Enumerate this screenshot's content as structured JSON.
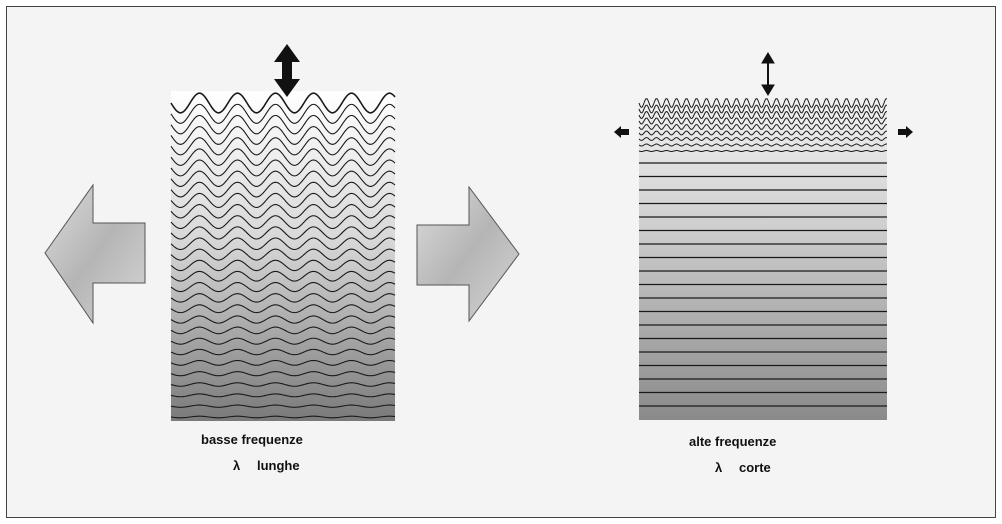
{
  "left_panel": {
    "title": "basse frequenze",
    "symbol": "λ",
    "label": "lunghe"
  },
  "right_panel": {
    "title": "alte frequenze",
    "symbol": "λ",
    "label": "corte"
  },
  "colors": {
    "background": "#f4f4f4",
    "wave": "#1a1a1a",
    "arrow_fill": "#c8c8c8",
    "arrow_stroke": "#555555"
  },
  "icons": [
    "double-vertical-arrow-icon",
    "big-left-arrow-icon",
    "big-right-arrow-icon",
    "small-left-arrow-icon",
    "small-right-arrow-icon"
  ]
}
